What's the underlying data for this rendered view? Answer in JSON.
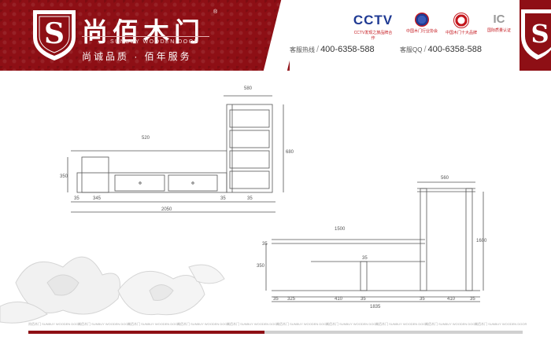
{
  "brand": {
    "name_cn": "尚佰木门",
    "name_en": "SUNBUY WOODEN DOOR",
    "slogan": "尚诚品质 · 佰年服务",
    "emblem_letter": "S",
    "registered_mark": "®"
  },
  "certifications": {
    "cctv_mark": "CCTV",
    "cctv_caption": "CCTV发现之旅品牌合作",
    "logo_b_caption": "中国木门行业协会",
    "logo_c_caption": "中国木门十大品牌",
    "logo_d_mark": "IC",
    "logo_d_caption": "国际质量认证"
  },
  "contact": {
    "hotline_label": "客服热线",
    "hotline_number": "400-6358-588",
    "qq_label": "客服QQ",
    "qq_number": "400-6358-588",
    "separator": "/"
  },
  "drawing_left": {
    "top_width": "580",
    "overall_width": "2050",
    "span_width": "520",
    "left_height": "350",
    "cabinet_height": "680",
    "segments": [
      "35",
      "345",
      "35",
      "35"
    ]
  },
  "drawing_right": {
    "top_width": "560",
    "span_width": "1500",
    "right_height": "1600",
    "left_height": "350",
    "small_a": "35",
    "small_b": "35",
    "segments": [
      "35",
      "325",
      "410",
      "35",
      "35",
      "410",
      "35"
    ],
    "overall": "1835"
  },
  "footer": {
    "strip_items": [
      "尚佰木门 SUNBUY WOODEN DOOR",
      "尚佰木门 SUNBUY WOODEN DOOR",
      "尚佰木门 SUNBUY WOODEN DOOR",
      "尚佰木门 SUNBUY WOODEN DOOR",
      "尚佰木门 SUNBUY WOODEN DOOR",
      "尚佰木门 SUNBUY WOODEN DOOR",
      "尚佰木门 SUNBUY WOODEN DOOR",
      "尚佰木门 SUNBUY WOODEN DOOR",
      "尚佰木门 SUNBUY WOODEN DOOR",
      "尚佰木门 SUNBUY WOODEN DOOR"
    ]
  },
  "colors": {
    "brand_red": "#8e0f15",
    "accent_red": "#c4161c",
    "cctv_blue": "#1f3a93",
    "line_gray": "#555555"
  },
  "icons": {
    "left_emblem": "shield-s-emblem-icon",
    "right_emblem": "shield-s-emblem-icon",
    "flower": "peony-flower-icon"
  }
}
